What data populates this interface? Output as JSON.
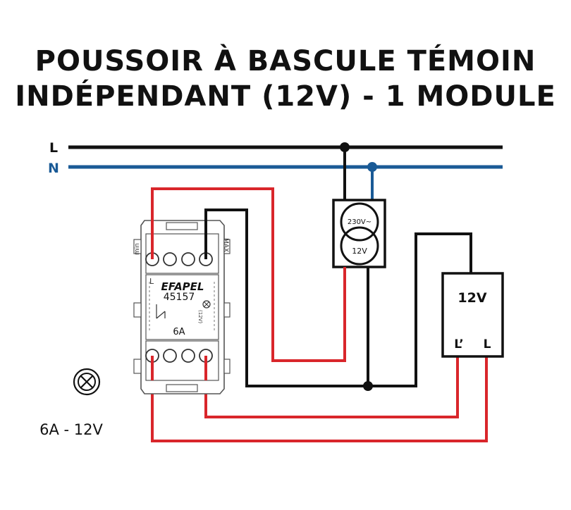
{
  "title": {
    "line1": "POUSSOIR À BASCULE TÉMOIN",
    "line2": "INDÉPENDANT (12V) - 1 MODULE"
  },
  "lines": {
    "phase": "L",
    "neutral": "N"
  },
  "transformer": {
    "primary": "230V~",
    "secondary": "12V"
  },
  "load": {
    "label": "12V",
    "terminal_left": "L’",
    "terminal_right": "L"
  },
  "module": {
    "brand": "EFAPEL",
    "reference": "45157",
    "rating": "6A",
    "marking_min": "min",
    "marking_max": "MAX",
    "terminal_l": "L",
    "lamp_label": "(12V)"
  },
  "lamp": {
    "rating": "6A - 12V"
  },
  "colors": {
    "phase": "#111111",
    "neutral": "#1a5a96",
    "wire_red": "#d9262b",
    "outline": "#111111"
  }
}
